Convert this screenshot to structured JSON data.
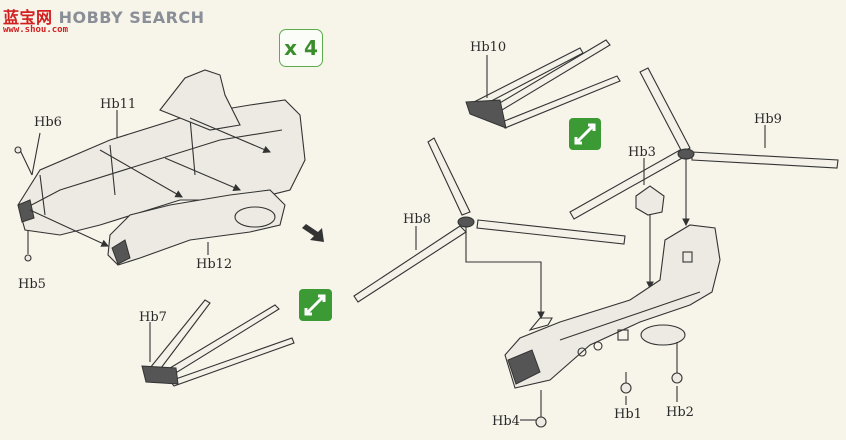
{
  "watermark": {
    "brand_main": "HOBBY SEARCH",
    "brand_logo": "蓝宝网",
    "site_url": "www.shou.com"
  },
  "multiplier_badge": {
    "text": "x 4",
    "border_color": "#5cae4a",
    "text_color": "#3a8d2c"
  },
  "part_labels": {
    "hb1": "Hb1",
    "hb2": "Hb2",
    "hb3": "Hb3",
    "hb4": "Hb4",
    "hb5": "Hb5",
    "hb6": "Hb6",
    "hb7": "Hb7",
    "hb8": "Hb8",
    "hb9": "Hb9",
    "hb10": "Hb10",
    "hb11": "Hb11",
    "hb12": "Hb12"
  },
  "step_icons": [
    {
      "name": "assemble-icon",
      "color": "#3c9a35"
    },
    {
      "name": "assemble-icon",
      "color": "#3c9a35"
    }
  ],
  "arrow_icon": "arrow-right-down-icon"
}
